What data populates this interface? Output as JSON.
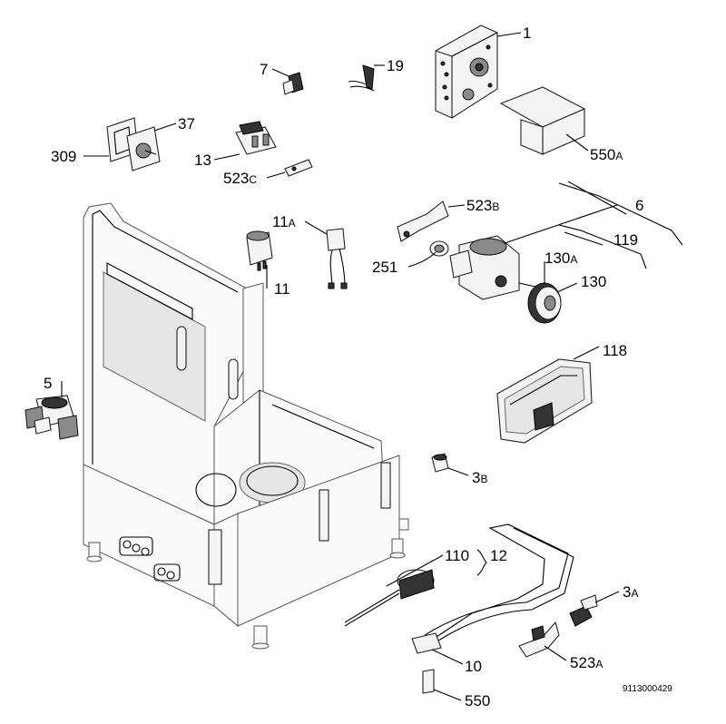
{
  "diagram": {
    "drawing_code": "9113000429",
    "labels": [
      {
        "id": "1",
        "main": "1",
        "suffix": ""
      },
      {
        "id": "7",
        "main": "7",
        "suffix": ""
      },
      {
        "id": "19",
        "main": "19",
        "suffix": ""
      },
      {
        "id": "37",
        "main": "37",
        "suffix": ""
      },
      {
        "id": "309",
        "main": "309",
        "suffix": ""
      },
      {
        "id": "13",
        "main": "13",
        "suffix": ""
      },
      {
        "id": "523C",
        "main": "523",
        "suffix": "C"
      },
      {
        "id": "550A",
        "main": "550",
        "suffix": "A"
      },
      {
        "id": "6",
        "main": "6",
        "suffix": ""
      },
      {
        "id": "523B",
        "main": "523",
        "suffix": "B"
      },
      {
        "id": "11A",
        "main": "11",
        "suffix": "A"
      },
      {
        "id": "11",
        "main": "11",
        "suffix": ""
      },
      {
        "id": "251",
        "main": "251",
        "suffix": ""
      },
      {
        "id": "119",
        "main": "119",
        "suffix": ""
      },
      {
        "id": "130A",
        "main": "130",
        "suffix": "A"
      },
      {
        "id": "130",
        "main": "130",
        "suffix": ""
      },
      {
        "id": "118",
        "main": "118",
        "suffix": ""
      },
      {
        "id": "5",
        "main": "5",
        "suffix": ""
      },
      {
        "id": "3B",
        "main": "3",
        "suffix": "B"
      },
      {
        "id": "110",
        "main": "110",
        "suffix": ""
      },
      {
        "id": "12",
        "main": "12",
        "suffix": ""
      },
      {
        "id": "3A",
        "main": "3",
        "suffix": "A"
      },
      {
        "id": "10",
        "main": "10",
        "suffix": ""
      },
      {
        "id": "523A",
        "main": "523",
        "suffix": "A"
      },
      {
        "id": "550",
        "main": "550",
        "suffix": ""
      }
    ]
  }
}
